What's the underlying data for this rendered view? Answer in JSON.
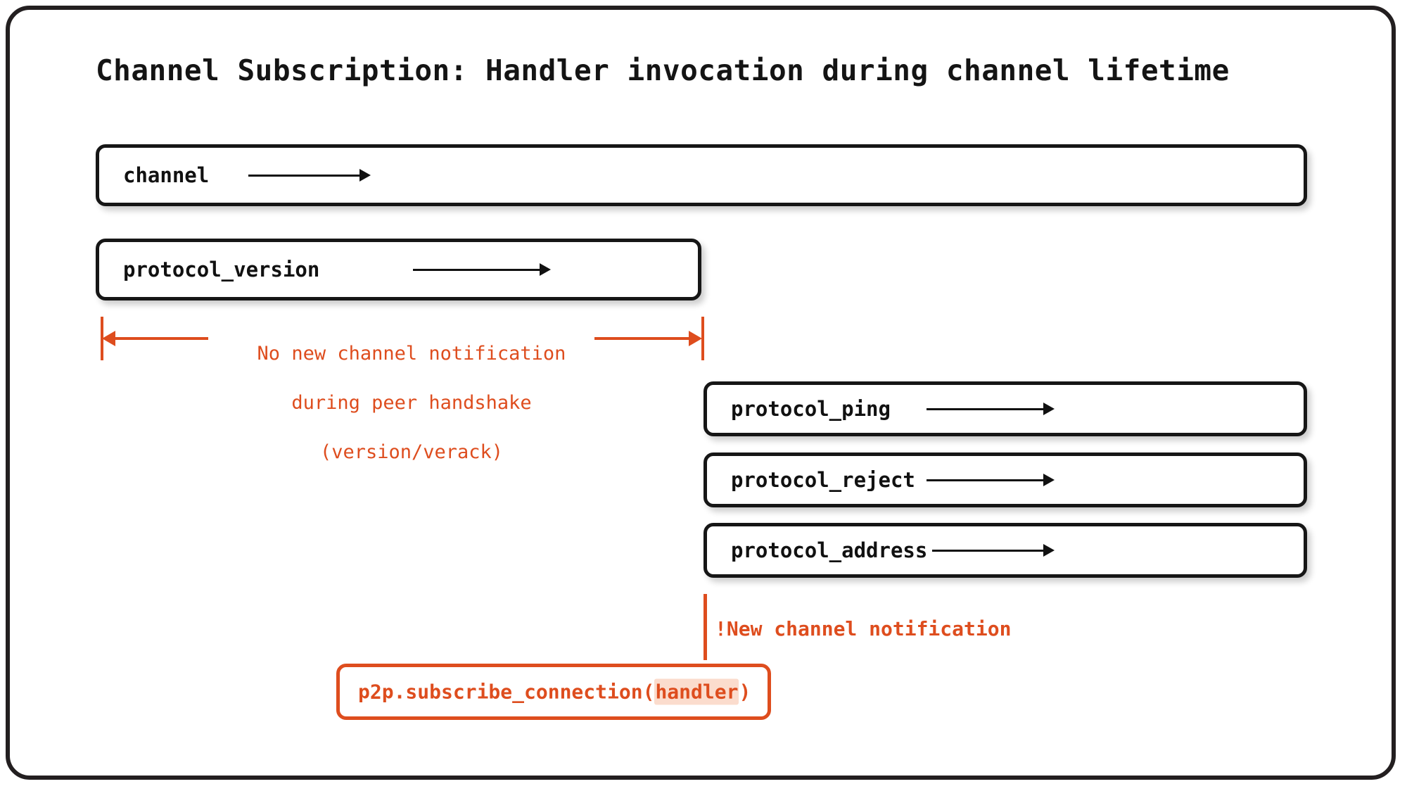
{
  "diagram": {
    "title": "Channel Subscription: Handler invocation during channel lifetime",
    "type": "sequence-lifetime-diagram",
    "colors": {
      "frame": "#231f20",
      "node_border": "#161616",
      "node_text": "#111111",
      "accent": "#de4d1e",
      "highlight_bg": "#fbdccd",
      "background": "#ffffff"
    }
  },
  "nodes": [
    {
      "id": "channel",
      "label": "channel",
      "arrow": "right-arrow-icon"
    },
    {
      "id": "protocol_version",
      "label": "protocol_version",
      "arrow": "right-arrow-icon"
    },
    {
      "id": "protocol_ping",
      "label": "protocol_ping",
      "arrow": "right-arrow-icon"
    },
    {
      "id": "protocol_reject",
      "label": "protocol_reject",
      "arrow": "right-arrow-icon"
    },
    {
      "id": "protocol_address",
      "label": "protocol_address",
      "arrow": "right-arrow-icon"
    }
  ],
  "annotations": {
    "handshake_span": {
      "text": "No new channel notification\nduring peer handshake\n(version/verack)",
      "line1": "No new channel notification",
      "line2": "during peer handshake",
      "line3": "(version/verack)",
      "marker": "double-headed-span-marker"
    },
    "notification": {
      "label": "!New channel notification",
      "marker": "down-arrow-icon"
    }
  },
  "call_box": {
    "prefix": "p2p.subscribe_connection(",
    "highlight": "handler",
    "suffix": ")"
  }
}
